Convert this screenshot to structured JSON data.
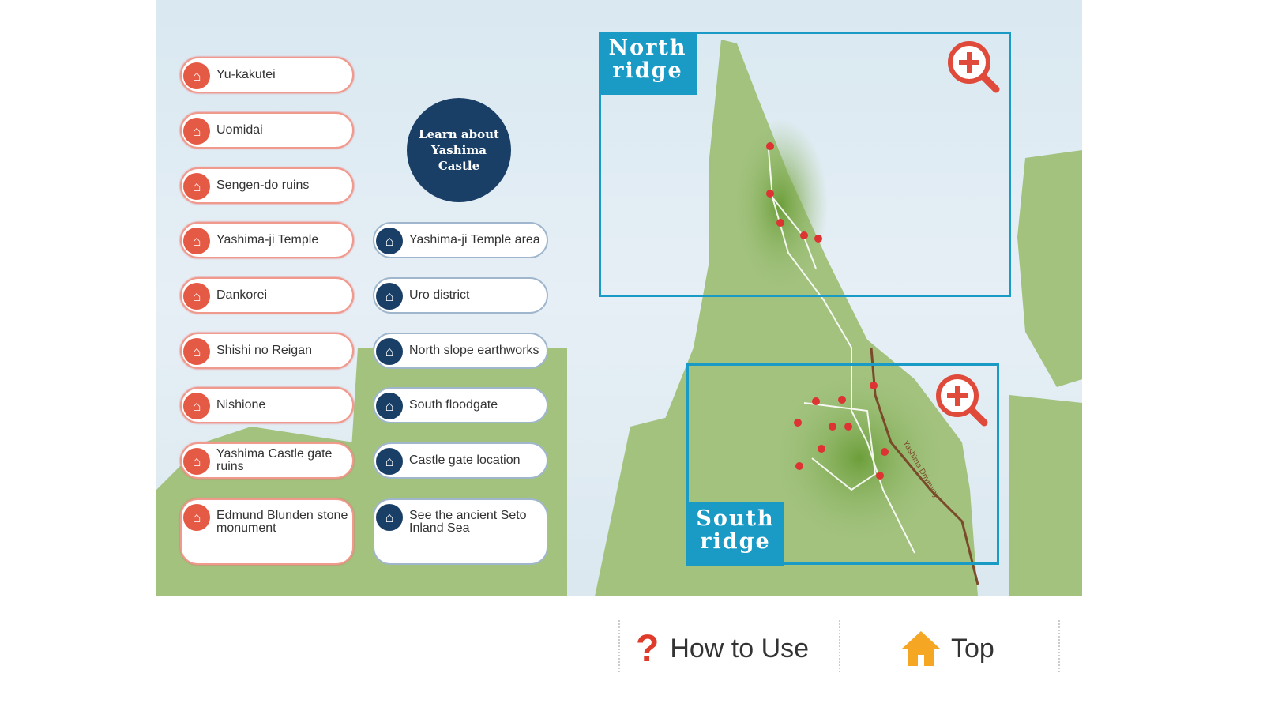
{
  "left_column": [
    {
      "label": "Yu-kakutei"
    },
    {
      "label": "Uomidai"
    },
    {
      "label": "Sengen-do ruins"
    },
    {
      "label": "Yashima-ji Temple"
    },
    {
      "label": "Dankorei"
    },
    {
      "label": "Shishi no Reigan"
    },
    {
      "label": "Nishione"
    },
    {
      "label": "Yashima Castle gate ruins"
    },
    {
      "label": "Edmund Blunden stone monument"
    }
  ],
  "right_column": [
    {
      "label": "Yashima-ji Temple area"
    },
    {
      "label": "Uro district"
    },
    {
      "label": "North slope earthworks"
    },
    {
      "label": "South floodgate"
    },
    {
      "label": "Castle gate location"
    },
    {
      "label": "See the ancient Seto Inland Sea"
    }
  ],
  "learn_button": "Learn about Yashima Castle",
  "north_ridge": {
    "line1": "North",
    "line2": "ridge"
  },
  "south_ridge": {
    "line1": "South",
    "line2": "ridge"
  },
  "road_label": "Yashima Driveway",
  "footer": {
    "how_to_use": "How to Use",
    "top": "Top"
  },
  "colors": {
    "red": "#e55a44",
    "navy": "#1a3f66",
    "ridge_blue": "#1a9bc6",
    "land": "#9dbf78",
    "home": "#f5a623"
  }
}
